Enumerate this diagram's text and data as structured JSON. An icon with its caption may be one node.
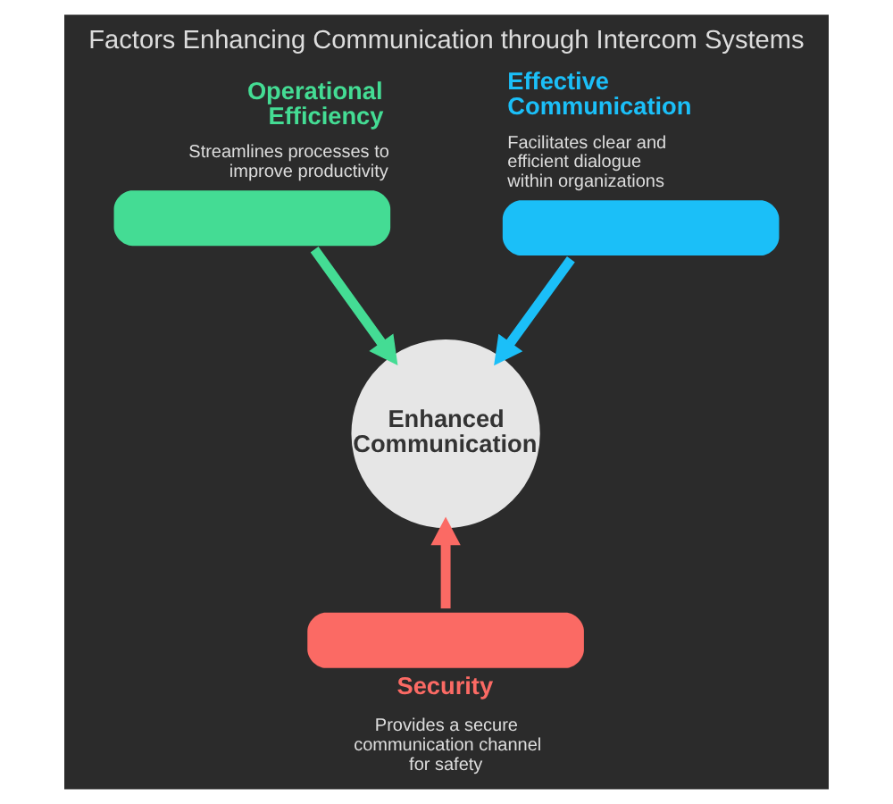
{
  "diagram": {
    "title": "Factors Enhancing Communication through Intercom Systems",
    "nodes": [
      {
        "text": [
          "Operational Efficiency",
          "Streamlines processes to improve productivity"
        ]
      },
      {
        "text": [
          "Effective Communication",
          "Facilitates clear and efficient dialogue within organizations"
        ]
      },
      {
        "text": [
          "Enhanced Communication"
        ]
      },
      {
        "text": [
          "Security",
          "Provides a secure communication channel for safety"
        ]
      }
    ],
    "edges": [
      {
        "from": 0,
        "to": 2,
        "arrow": "to",
        "color": "#44dc94"
      },
      {
        "from": 1,
        "to": 2,
        "arrow": "to",
        "color": "#1bbff8"
      },
      {
        "from": 3,
        "to": 2,
        "arrow": "to",
        "color": "#fb6a64"
      }
    ]
  }
}
